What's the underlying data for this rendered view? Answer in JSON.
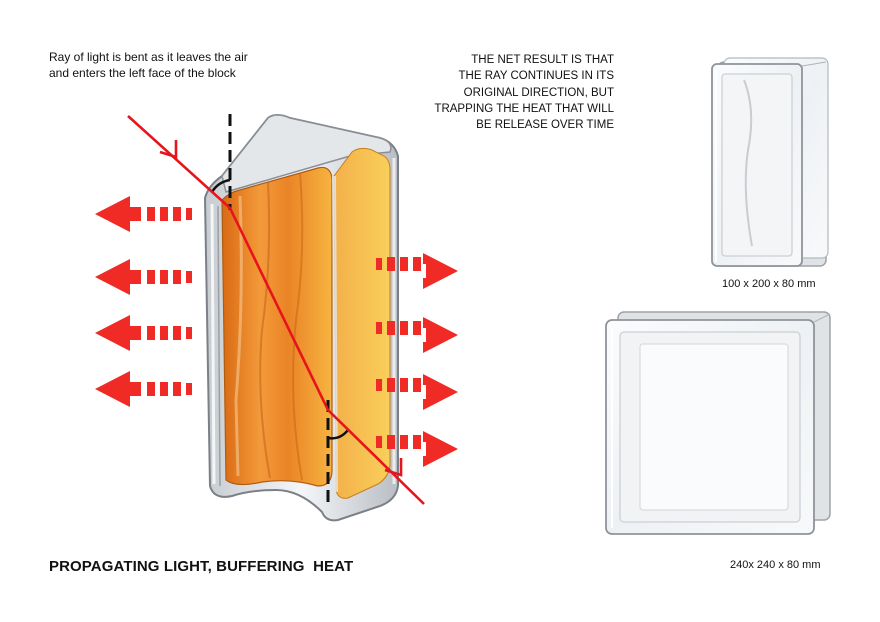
{
  "notes": {
    "ray_bent": "Ray of light is bent as it leaves the air and enters the left face of the block",
    "net_result_lines": [
      "THE NET RESULT IS THAT",
      "THE RAY CONTINUES IN ITS",
      "ORIGINAL DIRECTION, BUT",
      "TRAPPING THE HEAT THAT WILL",
      "BE RELEASE OVER TIME"
    ]
  },
  "title": "PROPAGATING LIGHT, BUFFERING  HEAT",
  "products": [
    {
      "dimensions": "100 x 200 x 80 mm"
    },
    {
      "dimensions": "240x 240 x 80 mm"
    }
  ],
  "colors": {
    "ray": "#e8141b",
    "arrow": "#f02a25",
    "amber": "#f08d2b",
    "glass_edge": "#8a8f96"
  }
}
